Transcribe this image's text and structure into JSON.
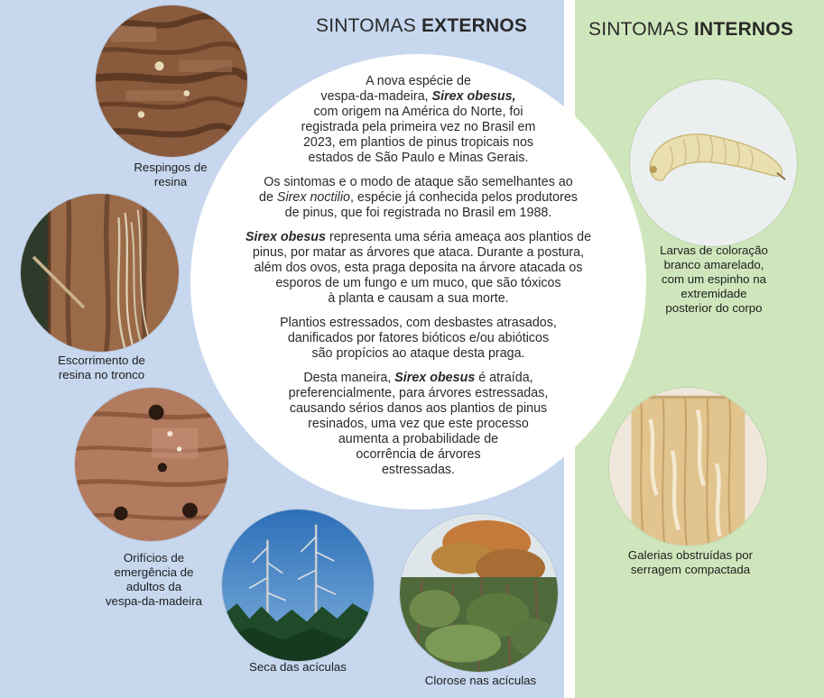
{
  "headings": {
    "external": {
      "prefix": "SINTOMAS ",
      "bold": "EXTERNOS"
    },
    "internal": {
      "prefix": "SINTOMAS ",
      "bold": "INTERNOS"
    }
  },
  "main_text": {
    "p1_a": "A nova espécie de\nvespa-da-madeira, ",
    "p1_species": "Sirex obesus,",
    "p1_b": "\ncom origem na América do Norte, foi\nregistrada pela primeira vez no Brasil em\n2023, em plantios de pinus tropicais nos\nestados de São Paulo e Minas Gerais.",
    "p2_a": "Os sintomas e o modo de ataque são semelhantes ao\nde ",
    "p2_species": "Sirex noctilio",
    "p2_b": ", espécie já conhecida pelos produtores\nde pinus, que foi registrada no Brasil em 1988.",
    "p3_species": "Sirex obesus",
    "p3_b": " representa uma séria ameaça aos plantios de\npinus, por matar as árvores que ataca. Durante a postura,\nalém dos ovos, esta praga deposita na árvore atacada os\nesporos de um fungo e um muco, que são tóxicos\nà planta e causam a sua morte.",
    "p4": "Plantios estressados, com desbastes atrasados,\ndanificados por fatores bióticos e/ou abióticos\nsão propícios ao ataque desta praga.",
    "p5_a": "Desta maneira, ",
    "p5_species": "Sirex obesus",
    "p5_b": " é atraída,\npreferencialmente, para árvores estressadas,\ncausando sérios danos aos plantios de pinus\nresinados, uma vez que este processo\naumenta a probabilidade de\nocorrência de árvores\nestressadas."
  },
  "captions": {
    "resin_spots": "Respingos de\nresina",
    "resin_flow": "Escorrimento de\nresina no tronco",
    "emergence_holes": "Orifícios de\nemergência de\nadultos da\nvespa-da-madeira",
    "needle_drying": "Seca das acículas",
    "needle_chlorosis": "Clorose nas acículas",
    "larvae": "Larvas de coloração\nbranco amarelado,\ncom um espinho na\nextremidade\nposterior do corpo",
    "galleries": "Galerias obstruídas por\nserragem compactada"
  },
  "colors": {
    "external_panel": "#c6d7ee",
    "internal_panel": "#cfe6bc"
  }
}
